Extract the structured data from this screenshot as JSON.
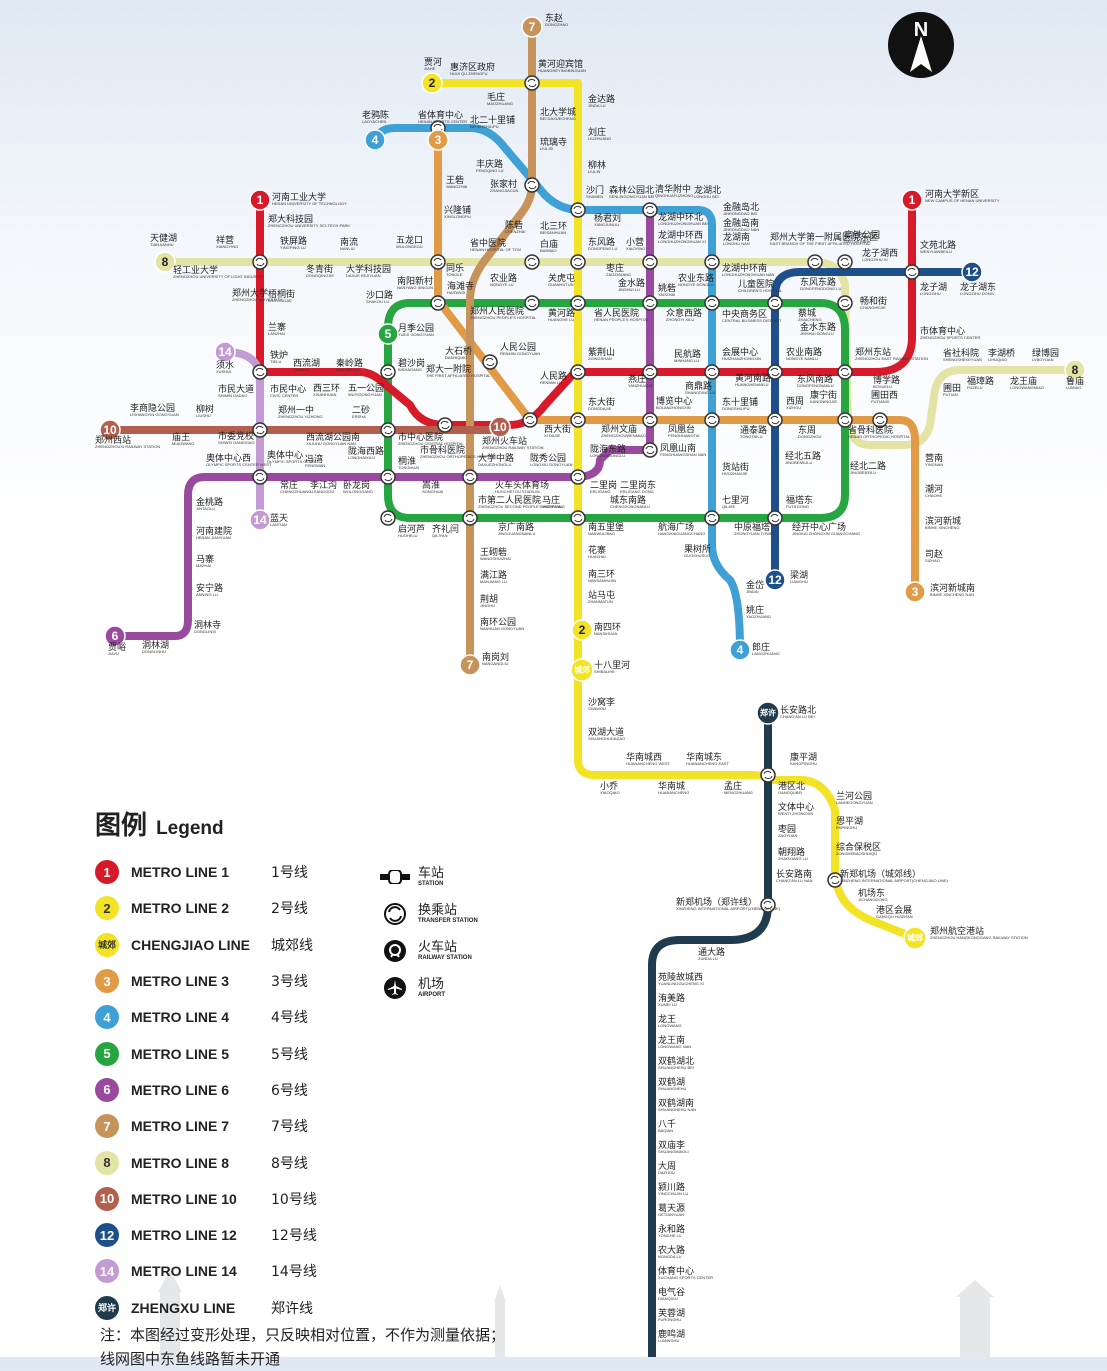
{
  "map_title_legend": {
    "zh": "图例",
    "en": "Legend"
  },
  "north": "N",
  "colors": {
    "line1": "#d71a2a",
    "line2": "#f3e326",
    "chengjiao": "#f3e326",
    "line3": "#e19a46",
    "line4": "#3fa0d6",
    "line5": "#27a541",
    "line6": "#9a4a9e",
    "line7": "#c6935b",
    "line8": "#e4e3a6",
    "line10": "#b25f4e",
    "line12": "#1f4f8b",
    "line14": "#c39bd3",
    "zhengxu": "#1f3b4d"
  },
  "legend_lines": [
    {
      "badge": "1",
      "en": "METRO LINE 1",
      "zh": "1号线",
      "color": "#d71a2a"
    },
    {
      "badge": "2",
      "en": "METRO LINE 2",
      "zh": "2号线",
      "color": "#f3e326",
      "dark": true
    },
    {
      "badge": "城郊",
      "en": "CHENGJIAO LINE",
      "zh": "城郊线",
      "color": "#f3e326",
      "dark": true,
      "small": true
    },
    {
      "badge": "3",
      "en": "METRO LINE 3",
      "zh": "3号线",
      "color": "#e19a46"
    },
    {
      "badge": "4",
      "en": "METRO LINE 4",
      "zh": "4号线",
      "color": "#3fa0d6"
    },
    {
      "badge": "5",
      "en": "METRO LINE 5",
      "zh": "5号线",
      "color": "#27a541"
    },
    {
      "badge": "6",
      "en": "METRO LINE 6",
      "zh": "6号线",
      "color": "#9a4a9e"
    },
    {
      "badge": "7",
      "en": "METRO LINE 7",
      "zh": "7号线",
      "color": "#c6935b"
    },
    {
      "badge": "8",
      "en": "METRO LINE 8",
      "zh": "8号线",
      "color": "#e4e3a6",
      "dark": true
    },
    {
      "badge": "10",
      "en": "METRO LINE 10",
      "zh": "10号线",
      "color": "#b25f4e"
    },
    {
      "badge": "12",
      "en": "METRO LINE 12",
      "zh": "12号线",
      "color": "#1f4f8b"
    },
    {
      "badge": "14",
      "en": "METRO LINE 14",
      "zh": "14号线",
      "color": "#c39bd3"
    },
    {
      "badge": "郑许",
      "en": "ZHENGXU LINE",
      "zh": "郑许线",
      "color": "#1f3b4d",
      "small": true
    }
  ],
  "legend_symbols": [
    {
      "icon": "station-icon",
      "zh": "车站",
      "en": "STATION"
    },
    {
      "icon": "transfer-station-icon",
      "zh": "换乘站",
      "en": "TRANSFER STATION"
    },
    {
      "icon": "railway-station-icon",
      "zh": "火车站",
      "en": "RAILWAY STATION"
    },
    {
      "icon": "airport-icon",
      "zh": "机场",
      "en": "AIRPORT"
    }
  ],
  "note": {
    "line1": "注：本图经过变形处理，只反映相对位置，不作为测量依据；",
    "line2": "线网图中东鱼线路暂未开通"
  },
  "stations": [
    {
      "zh": "东赵",
      "en": "DONGZHAO"
    },
    {
      "zh": "贾河",
      "en": "JIAHE"
    },
    {
      "zh": "惠济区政府",
      "en": "HUIJI QU ZHENGFU"
    },
    {
      "zh": "黄河迎宾馆",
      "en": "HUANGHEYINGBINGUAN"
    },
    {
      "zh": "毛庄",
      "en": "MAOZHUANG"
    },
    {
      "zh": "金达路",
      "en": "JINDA LU"
    },
    {
      "zh": "老鸦陈",
      "en": "LAOYACHEN"
    },
    {
      "zh": "省体育中心",
      "en": "HENAN SPORTS CENTER"
    },
    {
      "zh": "北二十里铺",
      "en": "BEI ERSHILIPU"
    },
    {
      "zh": "北大学城",
      "en": "BEI DAXUECHENG"
    },
    {
      "zh": "琉璃寺",
      "en": "LIULISI"
    },
    {
      "zh": "刘庄",
      "en": "LIUZHUANG"
    },
    {
      "zh": "丰庆路",
      "en": "FENGQING LU"
    },
    {
      "zh": "柳林",
      "en": "LIULIN"
    },
    {
      "zh": "王砦",
      "en": "WANGZHAI"
    },
    {
      "zh": "张家村",
      "en": "ZHANGJIACUN"
    },
    {
      "zh": "沙门",
      "en": "SHAMEN"
    },
    {
      "zh": "森林公园北",
      "en": "SENLINGONGYUAN BEI"
    },
    {
      "zh": "清华附中",
      "en": "QINGHUAFUZHONG"
    },
    {
      "zh": "龙湖北",
      "en": "LONGHU BEI"
    },
    {
      "zh": "河南工业大学",
      "en": "HENAN UNIVERSITY OF TECHNOLOGY"
    },
    {
      "zh": "河南大学新区",
      "en": "NEW CAMPUS OF HENAN UNIVERSITY"
    },
    {
      "zh": "兴隆铺",
      "en": "XINGLONGPU"
    },
    {
      "zh": "杨君刘",
      "en": "YANGJUNLIU"
    },
    {
      "zh": "龙湖中环北",
      "en": "LONGHUZHONGHUAN BEI"
    },
    {
      "zh": "金融岛北",
      "en": "JINRONGDAO BEI"
    },
    {
      "zh": "郑大科技园",
      "en": "ZHENGZHOU UNIVERSITY SCI-TECH PARK"
    },
    {
      "zh": "陈砦",
      "en": "CHENZHAI"
    },
    {
      "zh": "北三环",
      "en": "BEISANHUAN"
    },
    {
      "zh": "龙湖中环西",
      "en": "LONGHUZHONGHUAN XI"
    },
    {
      "zh": "金融岛南",
      "en": "JINRONGDAO NAN"
    },
    {
      "zh": "天健湖",
      "en": "TIANJIANHU"
    },
    {
      "zh": "祥营",
      "en": "XIANGYING"
    },
    {
      "zh": "铁屏路",
      "en": "YINGPING LU"
    },
    {
      "zh": "南流",
      "en": "NANLIU"
    },
    {
      "zh": "五龙口",
      "en": "WULONGKOU"
    },
    {
      "zh": "省中医院",
      "en": "HENAN HOSPITAL OF TCM"
    },
    {
      "zh": "白庙",
      "en": "BAIMIAO"
    },
    {
      "zh": "东风路",
      "en": "DONGFENG LU"
    },
    {
      "zh": "小营",
      "en": "XIAOYING"
    },
    {
      "zh": "龙湖南",
      "en": "LONGHU NAN"
    },
    {
      "zh": "郑州大学第一附属医院东区",
      "en": "EAST BRANCH OF THE FIRST AFFILIATED HOSPITAL"
    },
    {
      "zh": "高铁公园",
      "en": "GAOTIE PARK"
    },
    {
      "zh": "龙子湖西",
      "en": "LONGZIHU XI"
    },
    {
      "zh": "文苑北路",
      "en": "WENYUANBEILU"
    },
    {
      "zh": "轻工业大学",
      "en": "ZHENGZHOU UNIVERSITY OF LIGHT INDUSTRY"
    },
    {
      "zh": "郑州大学",
      "en": "ZHENGZHOU UNIVERSITY"
    },
    {
      "zh": "冬青街",
      "en": "DONGQINGJIE"
    },
    {
      "zh": "大学科技园",
      "en": "DAXUE KEJIYUAN"
    },
    {
      "zh": "同乐",
      "en": "TONGLE"
    },
    {
      "zh": "农业东路",
      "en": "NONGYE DONGLU"
    },
    {
      "zh": "南阳新村",
      "en": "NANYANG XINCUN"
    },
    {
      "zh": "农业路",
      "en": "NONGYE LU"
    },
    {
      "zh": "关虎屯",
      "en": "GUANHUTUN"
    },
    {
      "zh": "枣庄",
      "en": "ZAOZHUANG"
    },
    {
      "zh": "金水路",
      "en": "JINSHUI LU"
    },
    {
      "zh": "龙湖中环南",
      "en": "LONGHUZHONGHUAN NAN"
    },
    {
      "zh": "儿童医院",
      "en": "CHILDREN'S HOSPITAL"
    },
    {
      "zh": "东风东路",
      "en": "DONGFENGDONG LU"
    },
    {
      "zh": "龙子湖",
      "en": "LONGZIHU"
    },
    {
      "zh": "龙子湖东",
      "en": "LONGZIHU DONG"
    },
    {
      "zh": "梧桐街",
      "en": "WUTONGJIE"
    },
    {
      "zh": "沙口路",
      "en": "SHAKOU LU"
    },
    {
      "zh": "海滩寺",
      "en": "HAITANSI"
    },
    {
      "zh": "郑州人民医院",
      "en": "ZHENGZHOU PEOPLE'S HOSPITAL"
    },
    {
      "zh": "黄河路",
      "en": "HUANGHE LU"
    },
    {
      "zh": "省人民医院",
      "en": "HENAN PEOPLE'S HOSPITAL"
    },
    {
      "zh": "姚砦",
      "en": "YAOZHAI"
    },
    {
      "zh": "众意西路",
      "en": "ZHONGYI XILU"
    },
    {
      "zh": "中央商务区",
      "en": "CENTRAL BUSINESS DISTRICT"
    },
    {
      "zh": "蔡城",
      "en": "ZHAICHENG"
    },
    {
      "zh": "畅和街",
      "en": "CHANGHEJIE"
    },
    {
      "zh": "兰寨",
      "en": "LANZHAI"
    },
    {
      "zh": "月季公园",
      "en": "YUEJI GONGYUAN"
    },
    {
      "zh": "金水东路",
      "en": "JINSHUI DONGLU"
    },
    {
      "zh": "市体育中心",
      "en": "ZHENGZHOU SPORTS CENTER"
    },
    {
      "zh": "须水",
      "en": "XUSHUI"
    },
    {
      "zh": "铁炉",
      "en": "TIELU"
    },
    {
      "zh": "西流湖",
      "en": "XILIUHU"
    },
    {
      "zh": "秦岭路",
      "en": "QINLING LU"
    },
    {
      "zh": "碧沙岗",
      "en": "BISHAGANG"
    },
    {
      "zh": "大石桥",
      "en": "DASHIQIAO"
    },
    {
      "zh": "人民公园",
      "en": "RENMIN GONGYUAN"
    },
    {
      "zh": "紫荆山",
      "en": "ZIJINGSHAN"
    },
    {
      "zh": "民航路",
      "en": "MINHANG LU"
    },
    {
      "zh": "会展中心",
      "en": "HUIZHANZHONGXIN"
    },
    {
      "zh": "农业南路",
      "en": "NONGYE NANLU"
    },
    {
      "zh": "郑州东站",
      "en": "ZHENGZHOU EAST RAILWAY STATION"
    },
    {
      "zh": "省社科院",
      "en": "SHENGSHEKEYUAN"
    },
    {
      "zh": "李湖桥",
      "en": "LIHUQIAO"
    },
    {
      "zh": "绿博园",
      "en": "LVBOYUAN"
    },
    {
      "zh": "市民大道",
      "en": "SHIMIN DADAO"
    },
    {
      "zh": "市民中心",
      "en": "CIVIC CENTER"
    },
    {
      "zh": "西三环",
      "en": "XISANHUAN"
    },
    {
      "zh": "五一公园",
      "en": "WUYIGONGYUAN"
    },
    {
      "zh": "郑大一附院",
      "en": "THE FIRST AFFILIATED HOSPITAL"
    },
    {
      "zh": "人民路",
      "en": "RENMIN LU"
    },
    {
      "zh": "燕庄",
      "en": "YANZHUANG"
    },
    {
      "zh": "商鼎路",
      "en": "SHANGDING LU"
    },
    {
      "zh": "黄河南路",
      "en": "HUANGHENANLU"
    },
    {
      "zh": "东风南路",
      "en": "DONGFENGNANLU"
    },
    {
      "zh": "博学路",
      "en": "BOXUELU"
    },
    {
      "zh": "圃田",
      "en": "PUTIAN"
    },
    {
      "zh": "福璋路",
      "en": "FUZELU"
    },
    {
      "zh": "龙王庙",
      "en": "LONGWANGMIAO"
    },
    {
      "zh": "鲁庙",
      "en": "LUMIAO"
    },
    {
      "zh": "李商隐公园",
      "en": "LISHANGYIN GONGYUAN"
    },
    {
      "zh": "柳树",
      "en": "LIUSHU"
    },
    {
      "zh": "郑州一中",
      "en": "ZHENGZHOU YIZHONG"
    },
    {
      "zh": "二砂",
      "en": "ERSHA"
    },
    {
      "zh": "东大街",
      "en": "DONGDAJIE"
    },
    {
      "zh": "博览中心",
      "en": "BOLANZHONGXIN"
    },
    {
      "zh": "东十里铺",
      "en": "DONGSHILIPU"
    },
    {
      "zh": "西周",
      "en": "XIZHOU"
    },
    {
      "zh": "康宁街",
      "en": "KANGNINGJIE"
    },
    {
      "zh": "圃田西",
      "en": "PUTIANXI"
    },
    {
      "zh": "省骨科医院",
      "en": "HENAN ORTHOPEDIC HOSPITAL"
    },
    {
      "zh": "郑州西站",
      "en": "ZHENGZHOUXI RAILWAY STATION"
    },
    {
      "zh": "庙王",
      "en": "MIAOWANG"
    },
    {
      "zh": "市委党校",
      "en": "SHIWEI DANGXIAO"
    },
    {
      "zh": "西流湖公园南",
      "en": "XILIUHU GONGYUAN NAN"
    },
    {
      "zh": "市中心医院",
      "en": "ZHENGZHOU CENTRAL HOSPITAL"
    },
    {
      "zh": "郑州火车站",
      "en": "ZHENGZHOU RAILWAY STATION"
    },
    {
      "zh": "西大街",
      "en": "XI DAJIE"
    },
    {
      "zh": "郑州文庙",
      "en": "ZHENGZHOUWENMIAO"
    },
    {
      "zh": "凤凰台",
      "en": "FENGHUANGTAI"
    },
    {
      "zh": "通泰路",
      "en": "TONGTAILU"
    },
    {
      "zh": "东周",
      "en": "DONGZHOU"
    },
    {
      "zh": "营南",
      "en": "YINGNAN"
    },
    {
      "zh": "奥体中心西",
      "en": "OLYMPIC SPORTS CENTER WEST"
    },
    {
      "zh": "奥体中心",
      "en": "OLYMPIC SPORTS CENTER"
    },
    {
      "zh": "市骨科医院",
      "en": "ZHENGZHOU ORTHOPEDICS HOSPITAL"
    },
    {
      "zh": "陇海西路",
      "en": "LONGHAIXILU"
    },
    {
      "zh": "桐淮",
      "en": "TONGHUAI"
    },
    {
      "zh": "大学中路",
      "en": "DAXUEZHONGLU"
    },
    {
      "zh": "陇秀公园",
      "en": "LONGXIU GONGYUAN"
    },
    {
      "zh": "陇海东路",
      "en": "LONGHAIDONGLU"
    },
    {
      "zh": "凤凰山南",
      "en": "FENGHUANGSHAN NAN"
    },
    {
      "zh": "货站街",
      "en": "HUOZHANJIE"
    },
    {
      "zh": "经北五路",
      "en": "JINGBEIWULU"
    },
    {
      "zh": "经北二路",
      "en": "JINGBEIERLU"
    },
    {
      "zh": "金桃路",
      "en": "JINTAOLU"
    },
    {
      "zh": "常庄",
      "en": "CHANGZHUANG"
    },
    {
      "zh": "冯湾",
      "en": "FENGWAN"
    },
    {
      "zh": "李江沟",
      "en": "LIJIANGGOU"
    },
    {
      "zh": "卧龙岗",
      "en": "WOLONGGANG"
    },
    {
      "zh": "嵩淮",
      "en": "SONGHUAI"
    },
    {
      "zh": "火车头体育场",
      "en": "HUOCHETOU STADIUM"
    },
    {
      "zh": "二里岗",
      "en": "ERLIGANG"
    },
    {
      "zh": "二里岗东",
      "en": "ERLIGANG DONG"
    },
    {
      "zh": "城东南路",
      "en": "CHENGDONGNANLU"
    },
    {
      "zh": "七里河",
      "en": "QILIHE"
    },
    {
      "zh": "福塔东",
      "en": "FUTA DONG"
    },
    {
      "zh": "潮河",
      "en": "CHAOHE"
    },
    {
      "zh": "河南建院",
      "en": "HENAN JIANYUAN"
    },
    {
      "zh": "蓝天",
      "en": "LANTIAN"
    },
    {
      "zh": "市第二人民医院",
      "en": "ZHENGZHOU SECOND PEOPLE'S HOSPITAL"
    },
    {
      "zh": "马庄",
      "en": "MAZHUANG"
    },
    {
      "zh": "南五里堡",
      "en": "NANWULIBAO"
    },
    {
      "zh": "航海广场",
      "en": "HANGHAIGUANGCHANG"
    },
    {
      "zh": "中原福塔",
      "en": "ZHONGYUAN TOWER"
    },
    {
      "zh": "经开中心广场",
      "en": "JINGKAI ZHONGXIN GUANGCHANG"
    },
    {
      "zh": "滨河新城",
      "en": "BINHE XINCHENG"
    },
    {
      "zh": "启河芦",
      "en": "HUOHELU"
    },
    {
      "zh": "齐礼闫",
      "en": "QILIYAN"
    },
    {
      "zh": "京广南路",
      "en": "JINGGUANGNANLU"
    },
    {
      "zh": "马寨",
      "en": "MAZHAI"
    },
    {
      "zh": "花寨",
      "en": "HUAZHAI"
    },
    {
      "zh": "果树所",
      "en": "GUOSHUSUO"
    },
    {
      "zh": "梁湖",
      "en": "LIANGHU"
    },
    {
      "zh": "司赵",
      "en": "SIZHAO"
    },
    {
      "zh": "王砌砦",
      "en": "WANGSHUIZHAI"
    },
    {
      "zh": "南三环",
      "en": "NANSANHUAN"
    },
    {
      "zh": "金岱",
      "en": "JINDAI"
    },
    {
      "zh": "滨河新城南",
      "en": "BINHE XINCHENG NAN"
    },
    {
      "zh": "安宁路",
      "en": "ANNING LU"
    },
    {
      "zh": "满江路",
      "en": "MANJIANG LU"
    },
    {
      "zh": "站马屯",
      "en": "ZHANMATUN"
    },
    {
      "zh": "姚庄",
      "en": "YAOZHUANG"
    },
    {
      "zh": "荆胡",
      "en": "JINGHU"
    },
    {
      "zh": "洞林寺",
      "en": "DONGLINSI"
    },
    {
      "zh": "南环公园",
      "en": "NANHUAN GONGYUAN"
    },
    {
      "zh": "南四环",
      "en": "NANSIHUAN"
    },
    {
      "zh": "郎庄",
      "en": "LANGZHUANG"
    },
    {
      "zh": "贾峪",
      "en": "JIAYU"
    },
    {
      "zh": "洞林湖",
      "en": "DONGLINHU"
    },
    {
      "zh": "南岗刘",
      "en": "NANGANGLIU"
    },
    {
      "zh": "十八里河",
      "en": "SHIBALIHE"
    },
    {
      "zh": "沙窝李",
      "en": "SHAWOLI"
    },
    {
      "zh": "双湖大道",
      "en": "SHUANGHUDADAO"
    },
    {
      "zh": "长安路北",
      "en": "CHANG'AN LU BEI"
    },
    {
      "zh": "华南城西",
      "en": "HUANANCHENG WEST"
    },
    {
      "zh": "华南城东",
      "en": "HUANANCHENG EAST"
    },
    {
      "zh": "康平湖",
      "en": "KANGPINGHU"
    },
    {
      "zh": "小乔",
      "en": "XIAOQIAO"
    },
    {
      "zh": "华南城",
      "en": "HUANANCHENG"
    },
    {
      "zh": "孟庄",
      "en": "MENGZHUANG"
    },
    {
      "zh": "港区北",
      "en": "GANGQUBEI"
    },
    {
      "zh": "兰河公园",
      "en": "LANHEGONGYUAN"
    },
    {
      "zh": "文体中心",
      "en": "WENTI ZHONGXIN"
    },
    {
      "zh": "恩平湖",
      "en": "ENPINGHU"
    },
    {
      "zh": "枣园",
      "en": "ZAOYUAN"
    },
    {
      "zh": "朝翔路",
      "en": "ZHAOXIANG LU"
    },
    {
      "zh": "综合保税区",
      "en": "ZONGHEBAOSHUIQU"
    },
    {
      "zh": "长安路南",
      "en": "CHANG'AN LU NAN"
    },
    {
      "zh": "新郑机场（城郊线）",
      "en": "XINZHENG INTERNATIONAL AIRPORT(CHENGJIAO LINE)"
    },
    {
      "zh": "新郑机场（郑许线）",
      "en": "XINZHENG INTERNATIONAL AIRPORT(ZHENGXU LINE)"
    },
    {
      "zh": "机场东",
      "en": "JICHANGDONG"
    },
    {
      "zh": "港区会展",
      "en": "GANGQU HUIZHAN"
    },
    {
      "zh": "郑州航空港站",
      "en": "ZHENGZHOU HANGKONGGANG RAILWAY STATION"
    },
    {
      "zh": "通大路",
      "en": "ZUNDA LU"
    },
    {
      "zh": "苑陵故城西",
      "en": "YUANLINGGUCHENG XI"
    },
    {
      "zh": "洧美路",
      "en": "XUMEI LU"
    },
    {
      "zh": "龙王",
      "en": "LONGWANG"
    },
    {
      "zh": "龙王南",
      "en": "LONGWANG NAN"
    },
    {
      "zh": "双鹤湖北",
      "en": "SHUANGHEHU BEI"
    },
    {
      "zh": "双鹤湖",
      "en": "SHUANGHEHU"
    },
    {
      "zh": "双鹤湖南",
      "en": "SHUANGHEHU NAN"
    },
    {
      "zh": "八千",
      "en": "BAQIAN"
    },
    {
      "zh": "双庙李",
      "en": "SHUANGMIAOLI"
    },
    {
      "zh": "大周",
      "en": "DAZHOU"
    },
    {
      "zh": "颍川路",
      "en": "YINGCHUAN LU"
    },
    {
      "zh": "葛天源",
      "en": "GETIANYUAN"
    },
    {
      "zh": "永和路",
      "en": "YONGHE LU"
    },
    {
      "zh": "农大路",
      "en": "NONGDA LU"
    },
    {
      "zh": "体育中心",
      "en": "XUCHANG SPORTS CENTER"
    },
    {
      "zh": "电气谷",
      "en": "DIANQIGU"
    },
    {
      "zh": "芙蓉湖",
      "en": "FURONGHU"
    },
    {
      "zh": "鹿鸣湖",
      "en": "LUMINGHU"
    }
  ]
}
